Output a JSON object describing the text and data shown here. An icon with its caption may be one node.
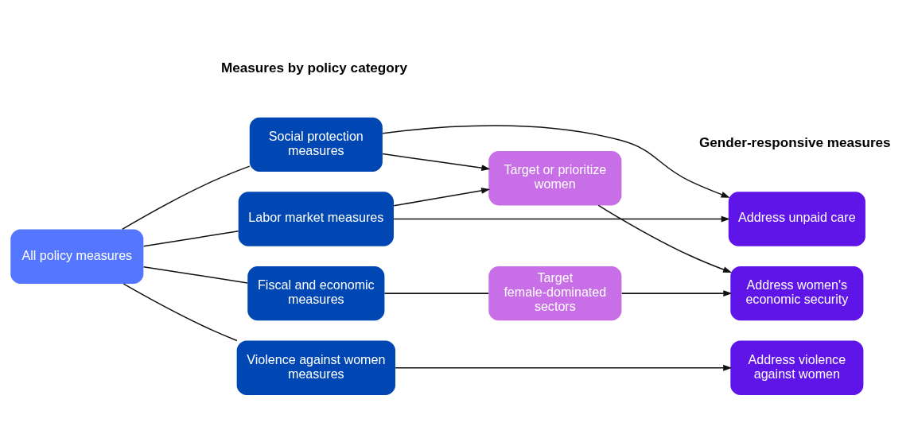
{
  "diagram": {
    "nodes": [
      {
        "text": [
          "All policy measures"
        ]
      },
      {
        "text": [
          "Social protection measures"
        ]
      },
      {
        "text": [
          "Labor market measures"
        ]
      },
      {
        "text": [
          "Fiscal and economic measures"
        ]
      },
      {
        "text": [
          "Violence against women measures"
        ]
      },
      {
        "text": [
          "Target or prioritize women"
        ]
      },
      {
        "text": [
          "Target female-dominated sectors"
        ]
      },
      {
        "text": [
          "Address unpaid care"
        ]
      },
      {
        "text": [
          "Address women's economic security"
        ]
      },
      {
        "text": [
          "Address violence against women"
        ]
      }
    ],
    "edges": [
      {
        "from": 0,
        "to": 1,
        "arrow": "none"
      },
      {
        "from": 0,
        "to": 2,
        "arrow": "none"
      },
      {
        "from": 0,
        "to": 3,
        "arrow": "none"
      },
      {
        "from": 0,
        "to": 4,
        "arrow": "none"
      },
      {
        "from": 1,
        "to": 7,
        "arrow": "to"
      },
      {
        "from": 1,
        "to": 5,
        "arrow": "to"
      },
      {
        "from": 2,
        "to": 7,
        "arrow": "to"
      },
      {
        "from": 2,
        "to": 5,
        "arrow": "to"
      },
      {
        "from": 5,
        "to": 8,
        "arrow": "to"
      },
      {
        "from": 3,
        "to": 6,
        "arrow": "none"
      },
      {
        "from": 6,
        "to": 8,
        "arrow": "to"
      },
      {
        "from": 4,
        "to": 9,
        "arrow": "to"
      }
    ],
    "labels": [
      "Measures by policy category",
      "Gender-responsive measures"
    ]
  }
}
